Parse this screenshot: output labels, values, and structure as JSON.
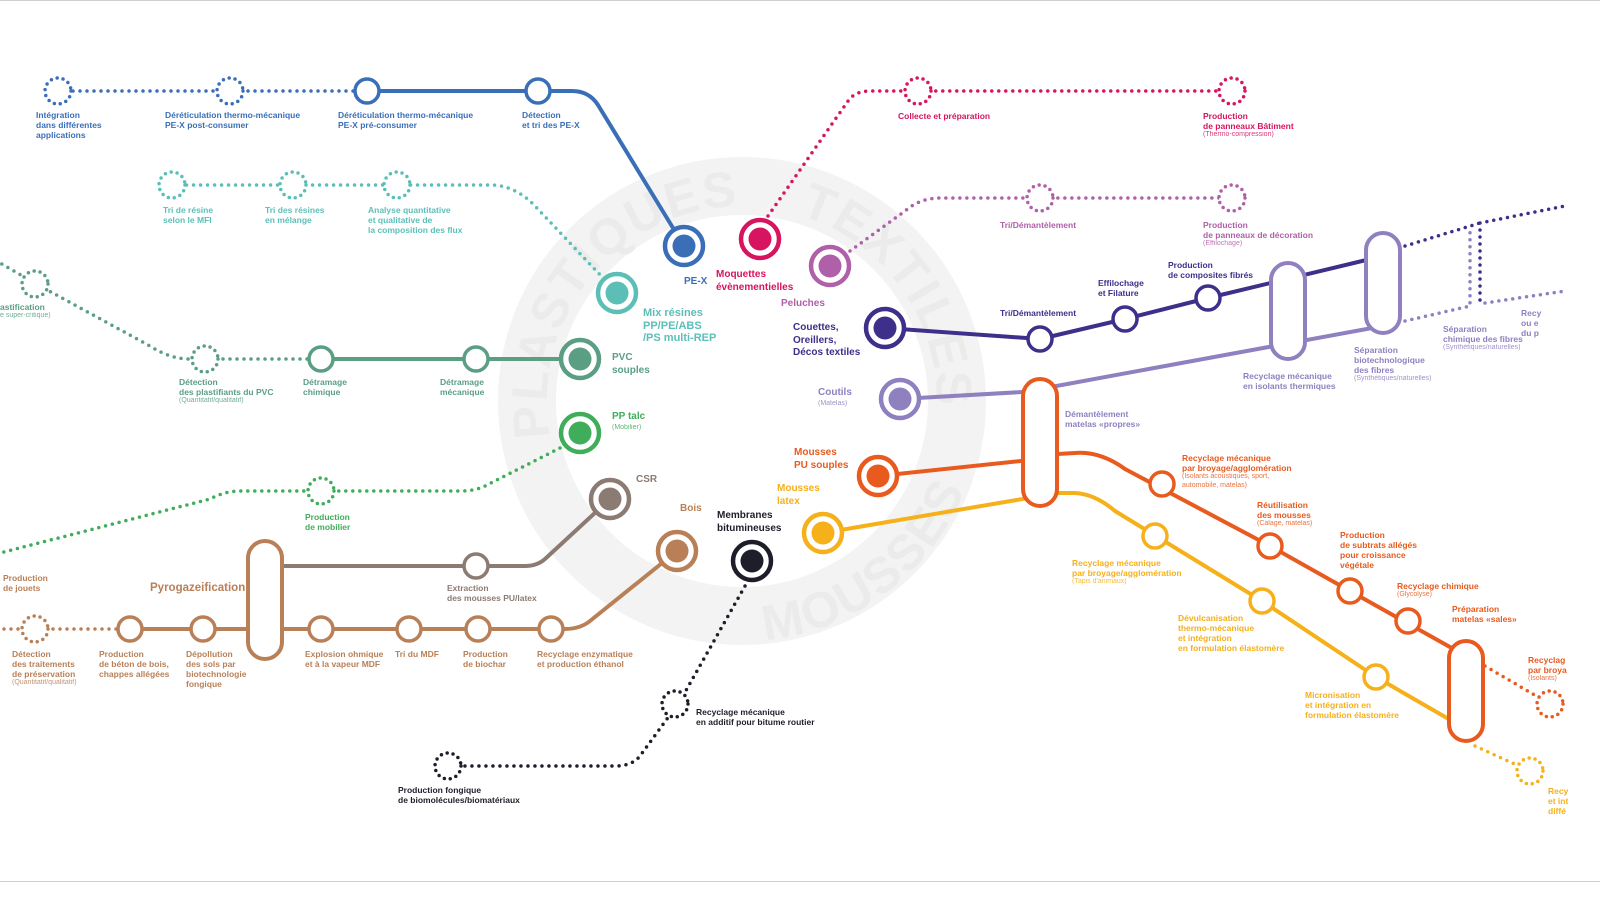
{
  "colors": {
    "blue": "#3a6fb8",
    "teal": "#5bbfb8",
    "pvc": "#5a9e84",
    "green": "#3fad5a",
    "brown": "#b98058",
    "csr": "#8c7b72",
    "black": "#1e1e2a",
    "pink": "#d6145f",
    "magenta": "#b060a8",
    "dark_purple": "#3d2f8a",
    "lavender": "#8f80c0",
    "orange": "#e85a1e",
    "yellow": "#f5b01a",
    "ring": "#f3f3f3"
  },
  "sections": {
    "plastiques": "PLASTIQUES",
    "textiles": "TEXTILES",
    "mousses": "MOUSSES"
  },
  "lines": {
    "pex": {
      "hub": "PE-X",
      "stops": [
        {
          "label": "Intégration\ndans différentes\napplications"
        },
        {
          "label": "Déréticulation thermo-mécanique\nPE-X post-consumer"
        },
        {
          "label": "Déréticulation thermo-mécanique\nPE-X  pré-consumer"
        },
        {
          "label": "Détection\net tri des PE-X"
        }
      ]
    },
    "mix": {
      "hub": "Mix résines\nPP/PE/ABS\n/PS multi-REP",
      "stops": [
        {
          "label": "Tri de résine\nselon le MFI"
        },
        {
          "label": "Tri des résines\nen mélange"
        },
        {
          "label": "Analyse quantitative\net qualitative de\nla composition des flux"
        }
      ]
    },
    "pvc": {
      "hub": "PVC\nsouples",
      "stops": [
        {
          "label": "astification",
          "note": "e super-critique)"
        },
        {
          "label": "Détection\ndes plastifiants du PVC",
          "note": "(Quantitatif/qualitatif)"
        },
        {
          "label": "Détramage\nchimique"
        },
        {
          "label": "Détramage\nmécanique"
        }
      ]
    },
    "pp": {
      "hub": "PP talc",
      "hub_note": "(Mobilier)",
      "stops": [
        {
          "label": "Production\nde mobilier"
        },
        {
          "label": "Production\nde jouets"
        }
      ]
    },
    "csr": {
      "hub": "CSR",
      "stops": [
        {
          "label": "Extraction\ndes mousses PU/latex"
        }
      ]
    },
    "bois": {
      "hub": "Bois",
      "pyro": "Pyrogazeification",
      "stops": [
        {
          "label": "Détection\ndes traitements\nde préservation",
          "note": "(Quantitatif/qualitatif)"
        },
        {
          "label": "Production\nde béton de bois,\nchappes allégées"
        },
        {
          "label": "Dépollution\ndes sols par\nbiotechnologie\nfongique"
        },
        {
          "label": "Explosion ohmique\net à la vapeur MDF"
        },
        {
          "label": "Tri du MDF"
        },
        {
          "label": "Production\nde biochar"
        },
        {
          "label": "Recyclage enzymatique\net production éthanol"
        }
      ]
    },
    "membranes": {
      "hub": "Membranes\nbitumineuses",
      "stops": [
        {
          "label": "Recyclage mécanique\nen additif pour bitume routier"
        },
        {
          "label": "Production fongique\nde biomolécules/biomatériaux"
        }
      ]
    },
    "moquettes": {
      "hub": "Moquettes\névènementielles",
      "stops": [
        {
          "label": "Collecte et préparation"
        },
        {
          "label": "Production\nde panneaux Bâtiment",
          "note": "(Thermo-compression)"
        }
      ]
    },
    "peluches": {
      "hub": "Peluches",
      "stops": [
        {
          "label": "Tri/Démantèlement"
        },
        {
          "label": "Production\nde panneaux de décoration",
          "note": "(Effilochage)"
        }
      ]
    },
    "couettes": {
      "hub": "Couettes,\nOreillers,\nDécos textiles",
      "stops": [
        {
          "label": "Tri/Démantèlement"
        },
        {
          "label": "Effilochage\net Filature"
        },
        {
          "label": "Production\nde composites fibrés"
        }
      ]
    },
    "coutils": {
      "hub": "Coutils",
      "hub_note": "(Matelas)",
      "stops": [
        {
          "label": "Démantèlement\nmatelas «propres»"
        },
        {
          "label": "Recyclage mécanique\nen isolants thermiques"
        },
        {
          "label": "Séparation\nbiotechnologique\ndes fibres",
          "note": "(Synthétiques/naturelles)"
        },
        {
          "label": "Séparation\nchimique des fibres",
          "note": "(Synthétiques/naturelles)"
        },
        {
          "label": "Recy\nou e\ndu p"
        }
      ]
    },
    "pu": {
      "hub": "Mousses\nPU souples",
      "stops": [
        {
          "label": "Recyclage mécanique\npar broyage/agglomération",
          "note": "(Isolants acoustiques, sport,\nautomobile, matelas)"
        },
        {
          "label": "Réutilisation\ndes mousses",
          "note": "(Calage, matelas)"
        },
        {
          "label": "Production\nde subtrats allégés\npour croissance\nvégétale"
        },
        {
          "label": "Recyclage chimique",
          "note": "(Glycolyse)"
        },
        {
          "label": "Préparation\nmatelas «sales»"
        },
        {
          "label": "Recyclag\npar broya",
          "note": "(Isolants)"
        }
      ]
    },
    "latex": {
      "hub": "Mousses\nlatex",
      "stops": [
        {
          "label": "Recyclage mécanique\npar broyage/agglomération",
          "note": "(Tapis d'animaux)"
        },
        {
          "label": "Dévulcanisation\nthermo-mécanique\net intégration\nen formulation élastomère"
        },
        {
          "label": "Micronisation\net intégration en\nformulation élastomère"
        },
        {
          "label": "Recy\net int\ndiffé"
        }
      ]
    }
  }
}
